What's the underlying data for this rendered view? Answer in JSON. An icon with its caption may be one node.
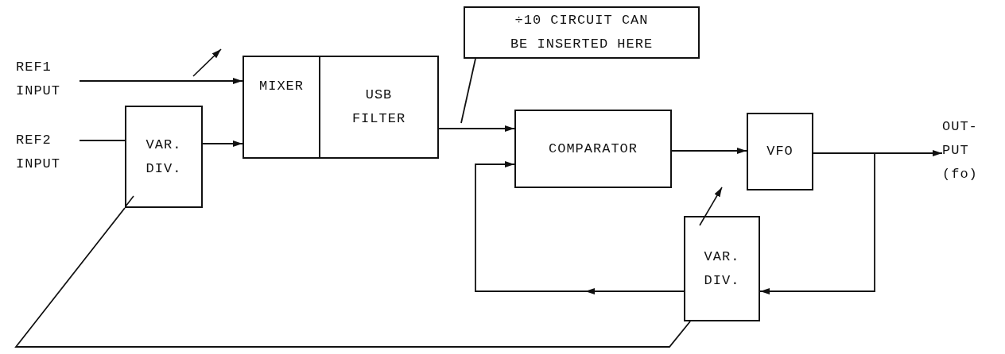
{
  "diagram": {
    "nodes": [
      {
        "text": [
          "REF1 INPUT"
        ]
      },
      {
        "text": [
          "REF2 INPUT"
        ]
      },
      {
        "text": [
          "VAR. DIV."
        ]
      },
      {
        "text": [
          "MIXER"
        ]
      },
      {
        "text": [
          "USB FILTER"
        ]
      },
      {
        "text": [
          "÷10 CIRCUIT CAN BE INSERTED HERE"
        ]
      },
      {
        "text": [
          "COMPARATOR"
        ]
      },
      {
        "text": [
          "VFO"
        ]
      },
      {
        "text": [
          "OUT- PUT (fo)"
        ]
      },
      {
        "text": [
          "VAR. DIV."
        ]
      }
    ],
    "edges": [
      {
        "from": 0,
        "to": 3,
        "arrow": "to"
      },
      {
        "from": 1,
        "to": 2,
        "arrow": "none"
      },
      {
        "from": 2,
        "to": 3,
        "arrow": "to"
      },
      {
        "from": 4,
        "to": 6,
        "arrow": "to"
      },
      {
        "from": 6,
        "to": 7,
        "arrow": "to"
      },
      {
        "from": 7,
        "to": 8,
        "arrow": "to"
      },
      {
        "from": 7,
        "to": 9,
        "arrow": "to"
      },
      {
        "from": 9,
        "to": 6,
        "arrow": "to"
      },
      {
        "from": 5,
        "to": null,
        "arrow": "none"
      },
      {
        "from": 2,
        "to": 9,
        "arrow": "none"
      }
    ]
  }
}
